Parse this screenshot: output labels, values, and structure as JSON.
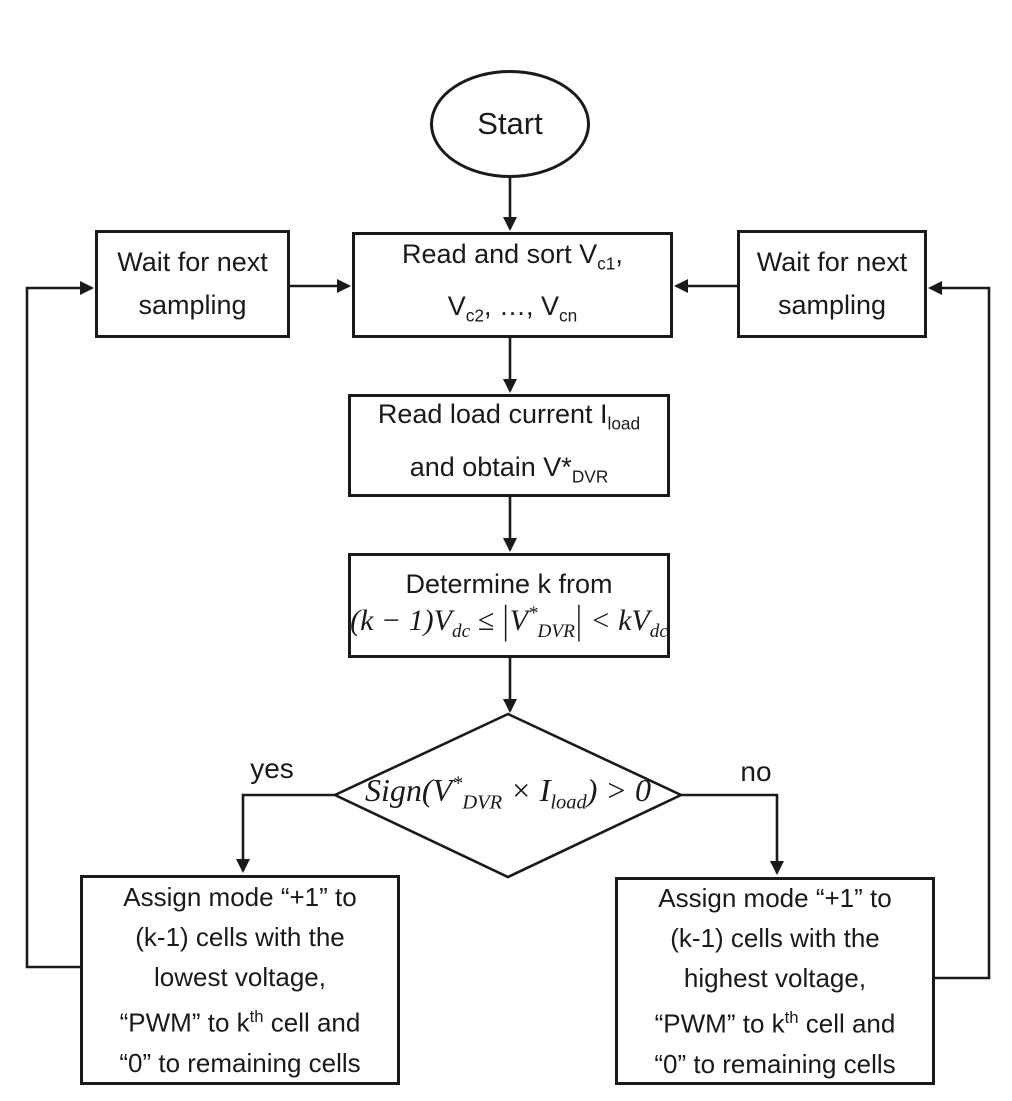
{
  "colors": {
    "ink": "#1a1a1a",
    "bg": "#ffffff"
  },
  "nodes": {
    "start": {
      "label": "Start"
    },
    "wait_left": {
      "segments": [
        {
          "t": "Wait for next"
        },
        {
          "br": 1
        },
        {
          "t": "sampling"
        }
      ]
    },
    "wait_right": {
      "segments": [
        {
          "t": "Wait for next"
        },
        {
          "br": 1
        },
        {
          "t": "sampling"
        }
      ]
    },
    "read_sort": {
      "segments": [
        {
          "t": "Read and sort V"
        },
        {
          "t": "c1",
          "s": "sub"
        },
        {
          "t": ","
        },
        {
          "br": 1
        },
        {
          "t": "V"
        },
        {
          "t": "c2",
          "s": "sub"
        },
        {
          "t": ", …, V"
        },
        {
          "t": "cn",
          "s": "sub"
        }
      ]
    },
    "read_load": {
      "segments": [
        {
          "t": "Read load current I"
        },
        {
          "t": "load",
          "s": "sub"
        },
        {
          "br": 1
        },
        {
          "t": "and obtain V*"
        },
        {
          "t": "DVR",
          "s": "sub"
        }
      ]
    },
    "determine_k": {
      "title": "Determine k from",
      "formula": [
        {
          "t": "(k − 1)V"
        },
        {
          "t": "dc",
          "s": "sub"
        },
        {
          "t": " ≤ "
        },
        {
          "t": "|",
          "s": "bar"
        },
        {
          "t": "V"
        },
        {
          "t": "*",
          "s": "sup"
        },
        {
          "t": "DVR",
          "s": "sub"
        },
        {
          "t": "|",
          "s": "bar"
        },
        {
          "t": " < kV"
        },
        {
          "t": "dc",
          "s": "sub"
        }
      ]
    },
    "decision": {
      "formula": [
        {
          "t": "Sign(V"
        },
        {
          "t": "*",
          "s": "sup"
        },
        {
          "t": "DVR",
          "s": "sub"
        },
        {
          "t": " × I"
        },
        {
          "t": "load",
          "s": "sub"
        },
        {
          "t": ") > 0"
        }
      ],
      "yes_label": "yes",
      "no_label": "no"
    },
    "assign_left": {
      "segments": [
        {
          "t": "Assign mode “+1” to"
        },
        {
          "br": 1
        },
        {
          "t": "(k-1) cells with the"
        },
        {
          "br": 1
        },
        {
          "t": "lowest voltage,"
        },
        {
          "br": 1
        },
        {
          "t": "“PWM” to k"
        },
        {
          "t": "th",
          "s": "sup"
        },
        {
          "t": " cell and"
        },
        {
          "br": 1
        },
        {
          "t": "“0” to remaining cells"
        }
      ]
    },
    "assign_right": {
      "segments": [
        {
          "t": "Assign mode “+1” to"
        },
        {
          "br": 1
        },
        {
          "t": "(k-1) cells with the"
        },
        {
          "br": 1
        },
        {
          "t": "highest voltage,"
        },
        {
          "br": 1
        },
        {
          "t": "“PWM” to k"
        },
        {
          "t": "th",
          "s": "sup"
        },
        {
          "t": " cell and"
        },
        {
          "br": 1
        },
        {
          "t": "“0” to remaining cells"
        }
      ]
    }
  }
}
